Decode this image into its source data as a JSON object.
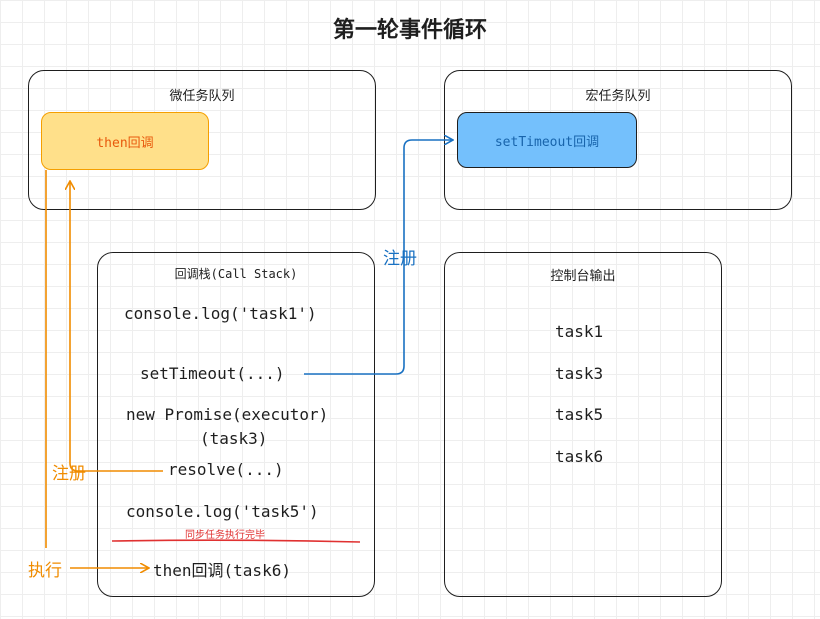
{
  "title": "第一轮事件循环",
  "micro_queue": {
    "title": "微任务队列",
    "item": "then回调"
  },
  "macro_queue": {
    "title": "宏任务队列",
    "item": "setTimeout回调"
  },
  "call_stack": {
    "title": "回调栈(Call Stack)",
    "lines": {
      "task1": "console.log('task1')",
      "settimeout": "setTimeout(...)",
      "promise": "new Promise(executor)",
      "task3": "(task3)",
      "resolve": "resolve(...)",
      "task5": "console.log('task5')",
      "then": "then回调(task6)"
    },
    "sync_done": "同步任务执行完毕"
  },
  "console": {
    "title": "控制台输出",
    "outputs": [
      "task1",
      "task3",
      "task5",
      "task6"
    ]
  },
  "labels": {
    "register_blue": "注册",
    "register_orange": "注册",
    "execute": "执行"
  },
  "colors": {
    "orange": "#f08c00",
    "blue": "#1971c2",
    "red": "#e03131",
    "micro_fill": "#ffe08a",
    "micro_border": "#f59f00",
    "macro_fill": "#74c0fc",
    "macro_border": "#1e1e1e"
  }
}
